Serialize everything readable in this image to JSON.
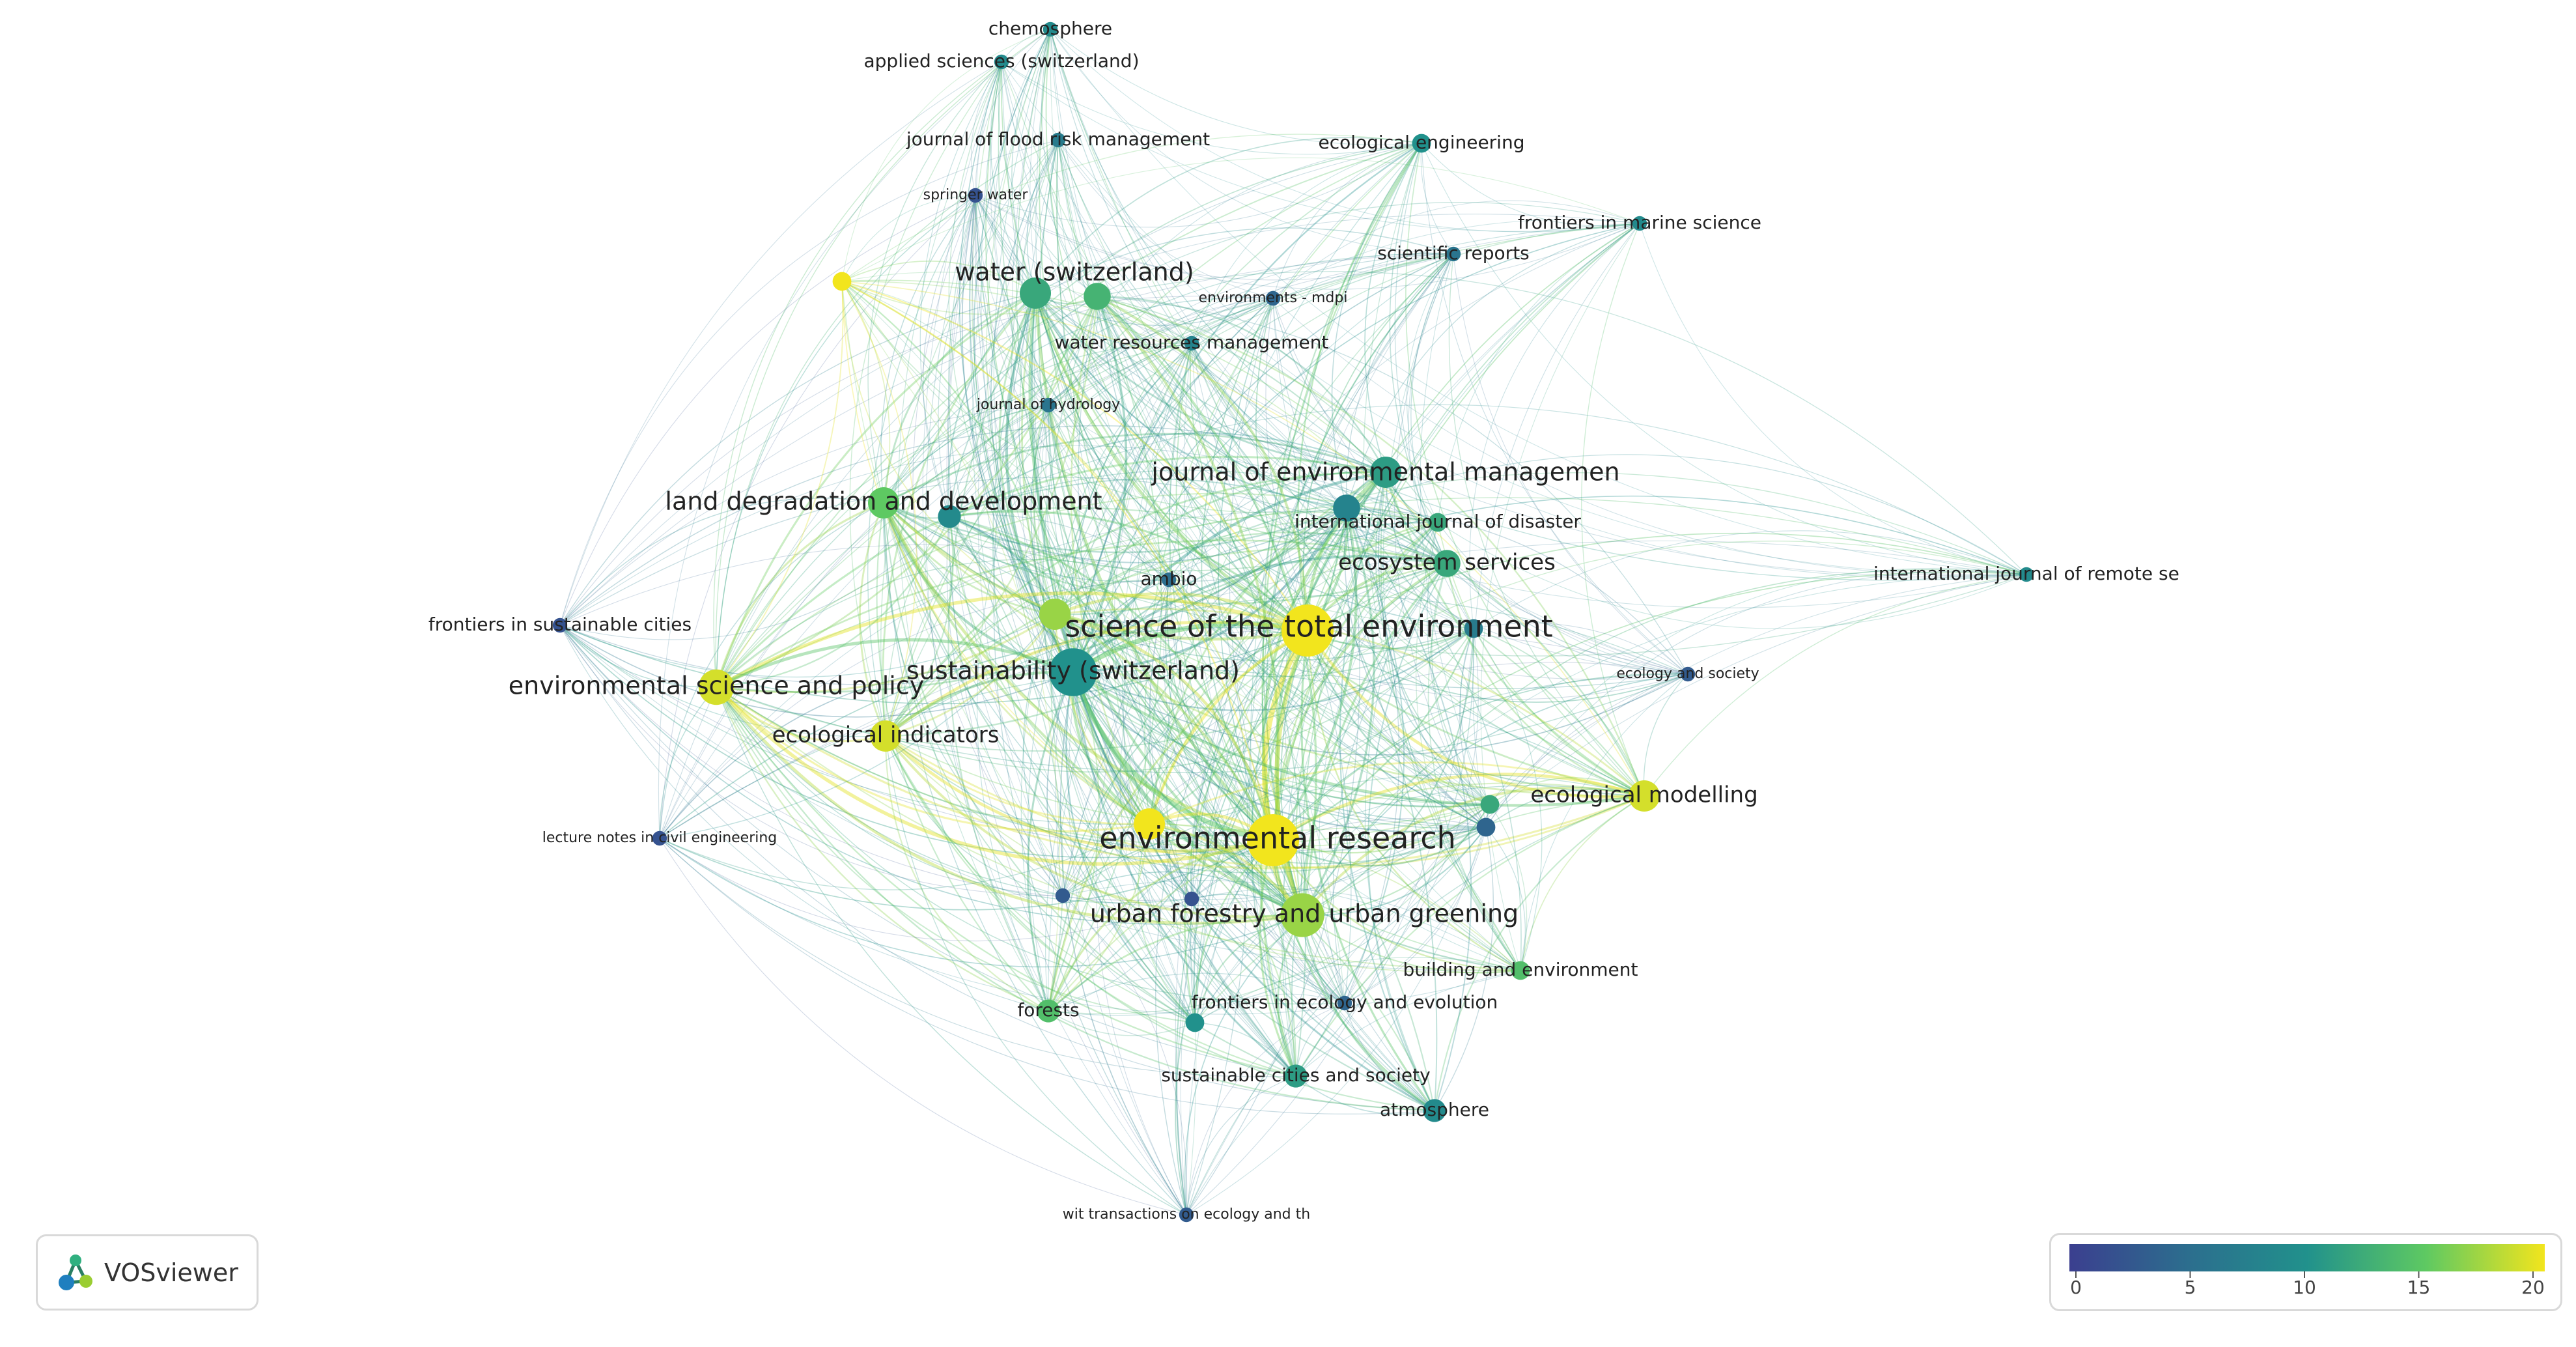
{
  "app": {
    "name": "VOSviewer"
  },
  "legend": {
    "ticks": [
      "0",
      "5",
      "10",
      "15",
      "20"
    ],
    "min": 0,
    "max": 20
  },
  "colors": {
    "low": "#3b3f8f",
    "mid": "#1fa187",
    "high": "#f2e51d"
  },
  "nodes": [
    {
      "id": "chemosphere",
      "label": "chemosphere",
      "score": 9,
      "weight": 1,
      "label_size": "s"
    },
    {
      "id": "applied-sciences",
      "label": "applied sciences (switzerland)",
      "score": 9,
      "weight": 1,
      "label_size": "s"
    },
    {
      "id": "flood-risk",
      "label": "journal of flood risk management",
      "score": 7,
      "weight": 1,
      "label_size": "s"
    },
    {
      "id": "springer-water",
      "label": "springer water",
      "score": 2,
      "weight": 1,
      "label_size": "xs"
    },
    {
      "id": "ecological-engineering",
      "label": "ecological engineering",
      "score": 10,
      "weight": 2,
      "label_size": "s"
    },
    {
      "id": "frontiers-marine",
      "label": "frontiers in marine science",
      "score": 9,
      "weight": 1,
      "label_size": "s"
    },
    {
      "id": "scientific-reports",
      "label": "scientific reports",
      "score": 6,
      "weight": 1,
      "label_size": "s"
    },
    {
      "id": "water-switzerland",
      "label": "water (switzerland)",
      "score": 12,
      "weight": 5,
      "label_size": "l"
    },
    {
      "id": "environments-mdpi",
      "label": "environments - mdpi",
      "score": 4,
      "weight": 1,
      "label_size": "xs"
    },
    {
      "id": "water-resources",
      "label": "water resources management",
      "score": 8,
      "weight": 1,
      "label_size": "s"
    },
    {
      "id": "journal-hydrology",
      "label": "journal of hydrology",
      "score": 6,
      "weight": 1,
      "label_size": "xs"
    },
    {
      "id": "jem",
      "label": "journal of environmental managemen",
      "score": 11,
      "weight": 5,
      "label_size": "l"
    },
    {
      "id": "land-degradation",
      "label": "land degradation and development",
      "score": 15,
      "weight": 5,
      "label_size": "l"
    },
    {
      "id": "ijdrr",
      "label": "international journal of disaster",
      "score": 12,
      "weight": 2,
      "label_size": "s"
    },
    {
      "id": "ecosystem-services",
      "label": "ecosystem services",
      "score": 12,
      "weight": 4,
      "label_size": "m"
    },
    {
      "id": "ambio",
      "label": "ambio",
      "score": 5,
      "weight": 1,
      "label_size": "s"
    },
    {
      "id": "ijrs",
      "label": "international journal of remote se",
      "score": 9,
      "weight": 1,
      "label_size": "s"
    },
    {
      "id": "frontiers-cities",
      "label": "frontiers in sustainable cities",
      "score": 2,
      "weight": 1,
      "label_size": "s"
    },
    {
      "id": "stoten",
      "label": "science of the total environment",
      "score": 20,
      "weight": 10,
      "label_size": "xl"
    },
    {
      "id": "sustainability",
      "label": "sustainability (switzerland)",
      "score": 10,
      "weight": 9,
      "label_size": "l"
    },
    {
      "id": "env-sci-policy",
      "label": "environmental science and policy",
      "score": 19,
      "weight": 6,
      "label_size": "l"
    },
    {
      "id": "ecology-society",
      "label": "ecology and society",
      "score": 3,
      "weight": 1,
      "label_size": "xs"
    },
    {
      "id": "ecological-indicators",
      "label": "ecological indicators",
      "score": 19,
      "weight": 5,
      "label_size": "m"
    },
    {
      "id": "ecological-modelling",
      "label": "ecological modelling",
      "score": 19,
      "weight": 5,
      "label_size": "m"
    },
    {
      "id": "lecture-notes",
      "label": "lecture notes in civil engineering",
      "score": 2,
      "weight": 1,
      "label_size": "xs"
    },
    {
      "id": "environmental-research",
      "label": "environmental research",
      "score": 20,
      "weight": 10,
      "label_size": "xl"
    },
    {
      "id": "urban-forestry",
      "label": "urban forestry and urban greening",
      "score": 17,
      "weight": 8,
      "label_size": "l"
    },
    {
      "id": "building-environment",
      "label": "building and environment",
      "score": 14,
      "weight": 2,
      "label_size": "s"
    },
    {
      "id": "frontiers-ecology",
      "label": "frontiers in ecology and evolution",
      "score": 4,
      "weight": 1,
      "label_size": "s"
    },
    {
      "id": "forests",
      "label": "forests",
      "score": 14,
      "weight": 3,
      "label_size": "s"
    },
    {
      "id": "sustainable-cities",
      "label": "sustainable cities and society",
      "score": 11,
      "weight": 3,
      "label_size": "s"
    },
    {
      "id": "atmosphere",
      "label": "atmosphere",
      "score": 9,
      "weight": 3,
      "label_size": "s"
    },
    {
      "id": "wit-transactions",
      "label": "wit transactions on ecology and th",
      "score": 3,
      "weight": 1,
      "label_size": "xs"
    }
  ],
  "unlabeled_nodes": [
    {
      "score": 20,
      "weight": 2
    },
    {
      "score": 13,
      "weight": 4
    },
    {
      "score": 9,
      "weight": 3
    },
    {
      "score": 17,
      "weight": 5
    },
    {
      "score": 20,
      "weight": 5
    },
    {
      "score": 8,
      "weight": 4
    },
    {
      "score": 7,
      "weight": 2
    },
    {
      "score": 4,
      "weight": 2
    },
    {
      "score": 3,
      "weight": 1
    },
    {
      "score": 2,
      "weight": 1
    },
    {
      "score": 10,
      "weight": 2
    },
    {
      "score": 12,
      "weight": 2
    }
  ]
}
